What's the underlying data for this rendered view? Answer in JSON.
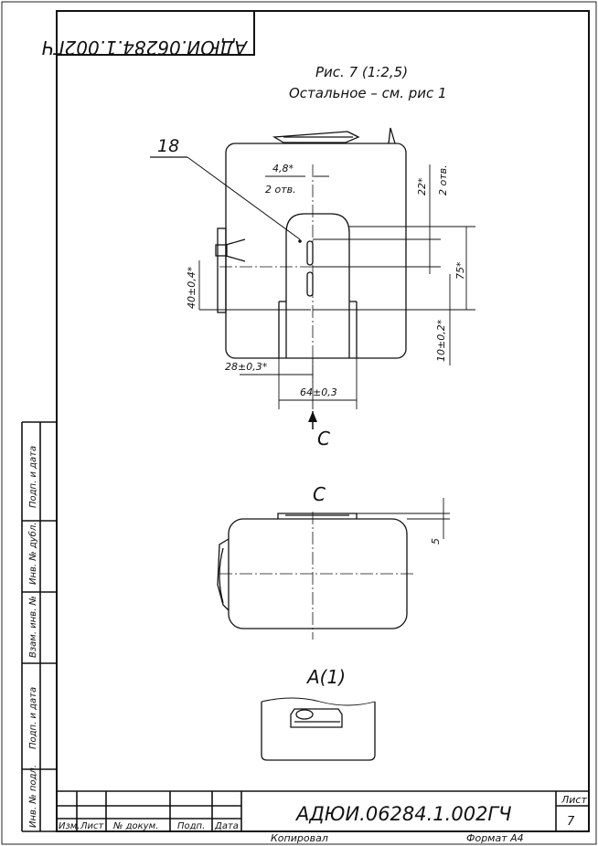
{
  "stamp_top": "АДЮИ.06284.1.002ГЧ",
  "figure": {
    "caption": "Рис. 7  (1:2,5)",
    "note": "Остальное – см. рис 1",
    "leader_label": "18"
  },
  "dimensions": {
    "hole_width": "4,8*",
    "holes_count_top": "2 отв.",
    "top_offset": "22*",
    "holes_count_right": "2 отв.",
    "height_75": "75*",
    "left_height": "40±0,4*",
    "bottom_offset": "10±0,2*",
    "dim_28": "28±0,3*",
    "dim_64": "64±0,3",
    "dim_5": "5"
  },
  "views": {
    "arrow_label": "C",
    "section_label": "C",
    "detail_label": "A(1)"
  },
  "side_stamps": [
    "Подп. и дата",
    "Инв. № дубл.",
    "Взам. инв. №",
    "Подп. и дата",
    "Инв. № подл."
  ],
  "title_block": {
    "designation": "АДЮИ.06284.1.002ГЧ",
    "sheet_label": "Лист",
    "sheet_number": "7",
    "col_headers": [
      "Изм.",
      "Лист",
      "№ докум.",
      "Подп.",
      "Дата"
    ],
    "copied": "Копировал",
    "format": "Формат    А4"
  }
}
